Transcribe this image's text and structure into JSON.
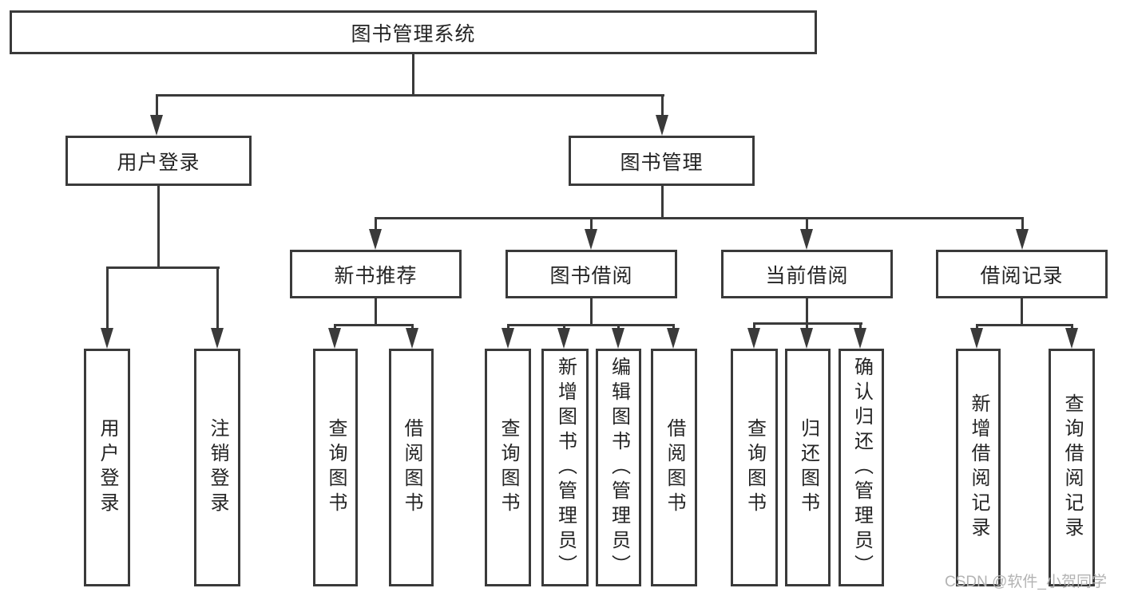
{
  "tree": {
    "label": "图书管理系统",
    "children": [
      {
        "label": "用户登录",
        "children": [
          {
            "label": "用户登录"
          },
          {
            "label": "注销登录"
          }
        ]
      },
      {
        "label": "图书管理",
        "children": [
          {
            "label": "新书推荐",
            "children": [
              {
                "label": "查询图书"
              },
              {
                "label": "借阅图书"
              }
            ]
          },
          {
            "label": "图书借阅",
            "children": [
              {
                "label": "查询图书"
              },
              {
                "label": "新增图书（管理员）"
              },
              {
                "label": "编辑图书（管理员）"
              },
              {
                "label": "借阅图书"
              }
            ]
          },
          {
            "label": "当前借阅",
            "children": [
              {
                "label": "查询图书"
              },
              {
                "label": "归还图书"
              },
              {
                "label": "确认归还（管理员）"
              }
            ]
          },
          {
            "label": "借阅记录",
            "children": [
              {
                "label": "新增借阅记录"
              },
              {
                "label": "查询借阅记录"
              }
            ]
          }
        ]
      }
    ]
  },
  "watermark": {
    "text": "CSDN @软件_小贺同学"
  },
  "colors": {
    "line": "#3a3a3a",
    "text": "#242424",
    "background": "#ffffff",
    "watermark": "#b3b3b3"
  }
}
